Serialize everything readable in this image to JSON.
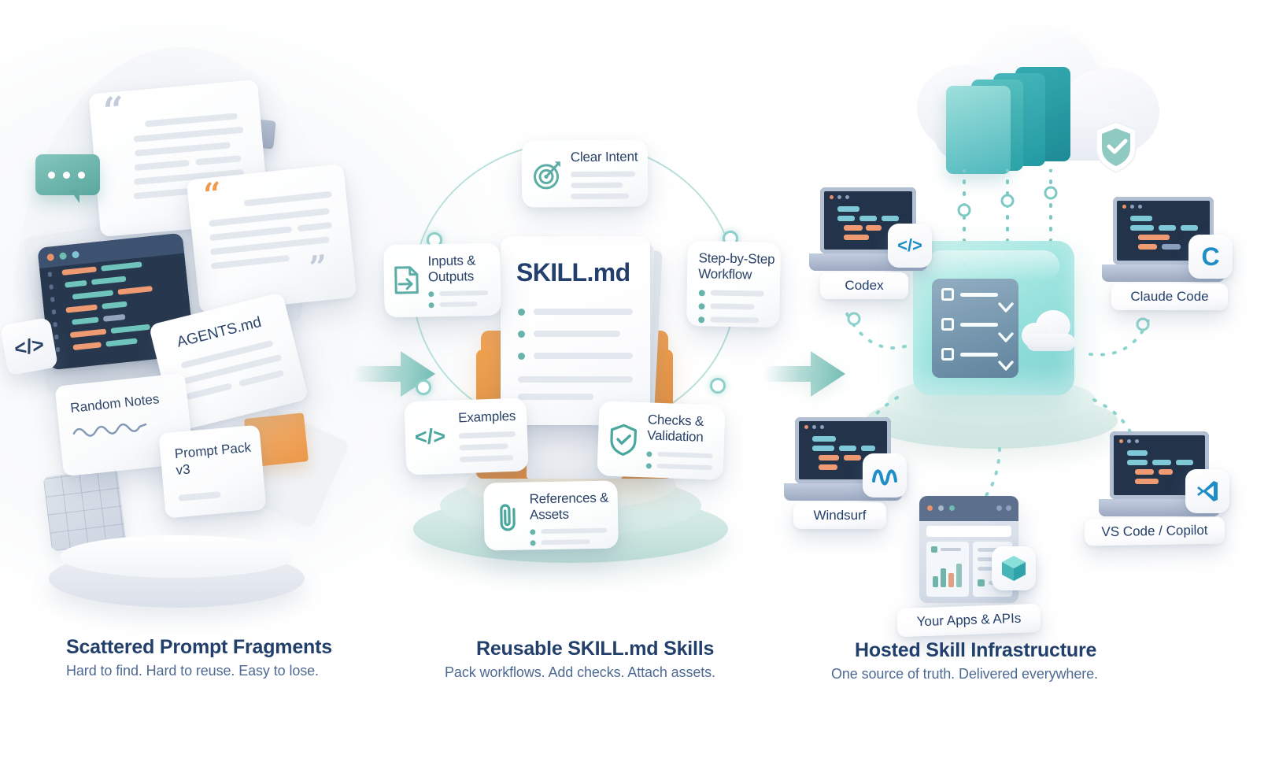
{
  "panels": [
    {
      "id": "scattered",
      "caption_title": "Scattered Prompt Fragments",
      "caption_sub": "Hard to find. Hard to reuse. Easy to lose.",
      "fragment_labels": [
        "AGENTS.md",
        "Random Notes",
        "Prompt Pack v3"
      ],
      "icons": [
        "chat-bubble-icon",
        "code-brackets-icon",
        "quote-icon",
        "sticky-note-icon",
        "grid-icon"
      ]
    },
    {
      "id": "skills",
      "caption_title": "Reusable SKILL.md Skills",
      "caption_sub": "Pack workflows. Add checks. Attach assets.",
      "center_file": "SKILL.md",
      "cards": [
        {
          "label": "Clear Intent",
          "icon": "target-icon",
          "lines": 3
        },
        {
          "label": "Inputs &\nOutputs",
          "icon": "file-in-icon",
          "lines": 2
        },
        {
          "label": "Step-by-Step\nWorkflow",
          "icon": "",
          "lines": 3
        },
        {
          "label": "Examples",
          "icon": "code-icon",
          "lines": 3
        },
        {
          "label": "Checks &\nValidation",
          "icon": "shield-check-icon",
          "lines": 2
        },
        {
          "label": "References &\nAssets",
          "icon": "paperclip-icon",
          "lines": 2
        }
      ]
    },
    {
      "id": "hosted",
      "caption_title": "Hosted Skill Infrastructure",
      "caption_sub": "One source of truth. Delivered everywhere.",
      "clients": [
        {
          "label": "Codex",
          "badge": "code-brackets-icon"
        },
        {
          "label": "Claude Code",
          "badge": "claude-c-icon"
        },
        {
          "label": "Windsurf",
          "badge": "windsurf-wave-icon"
        },
        {
          "label": "VS Code / Copilot",
          "badge": "vscode-icon"
        },
        {
          "label": "Your Apps & APIs",
          "badge": "cube-icon"
        }
      ],
      "cloud_icon": "cloud-icon",
      "shield_icon": "shield-check-icon",
      "cube_icon": "glass-cube-icon"
    }
  ],
  "flow": {
    "arrow1": "arrow-right-icon",
    "arrow2": "arrow-right-icon"
  },
  "colors": {
    "teal": "#6bbdb4",
    "teal_dark": "#2f9b93",
    "navy": "#22406b",
    "sub": "#4e6a93",
    "orange": "#ef9a4f",
    "slate": "#8fa0ba",
    "code_blue": "#1f8ec7"
  }
}
